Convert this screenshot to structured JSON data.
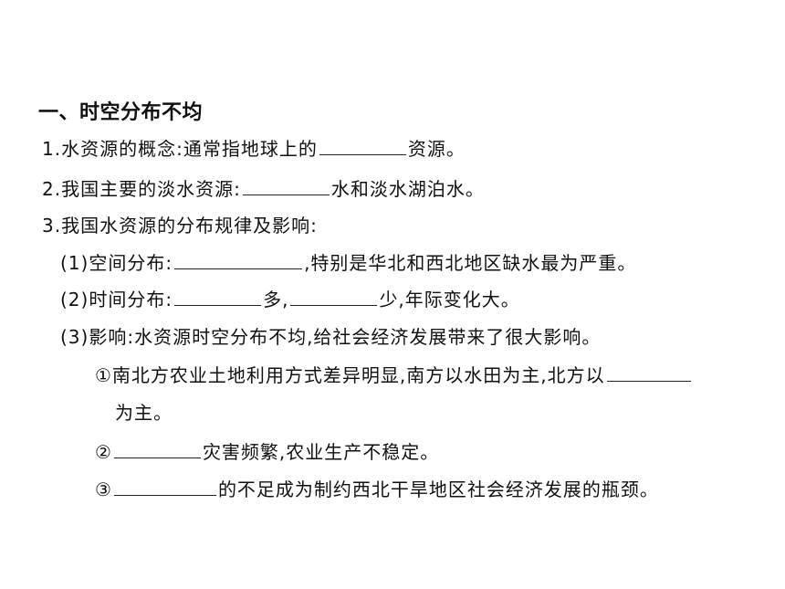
{
  "heading": "一、时空分布不均",
  "item1": {
    "before": "1.水资源的概念:通常指地球上的",
    "after": "资源。"
  },
  "item2": {
    "before": "2.我国主要的淡水资源:",
    "after": "水和淡水湖泊水。"
  },
  "item3": {
    "text": "3.我国水资源的分布规律及影响:"
  },
  "sub1": {
    "before": "(1)空间分布:",
    "after": ",特别是华北和西北地区缺水最为严重。"
  },
  "sub2": {
    "before": "(2)时间分布:",
    "middle": "多,",
    "after": "少,年际变化大。"
  },
  "sub3": {
    "text": "(3)影响:水资源时空分布不均,给社会经济发展带来了很大影响。"
  },
  "point1": {
    "before": "①南北方农业土地利用方式差异明显,南方以水田为主,北方以",
    "continuation": "为主。"
  },
  "point2": {
    "before": "②",
    "after": "灾害频繁,农业生产不稳定。"
  },
  "point3": {
    "before": "③",
    "after": "的不足成为制约西北干旱地区社会经济发展的瓶颈。"
  }
}
